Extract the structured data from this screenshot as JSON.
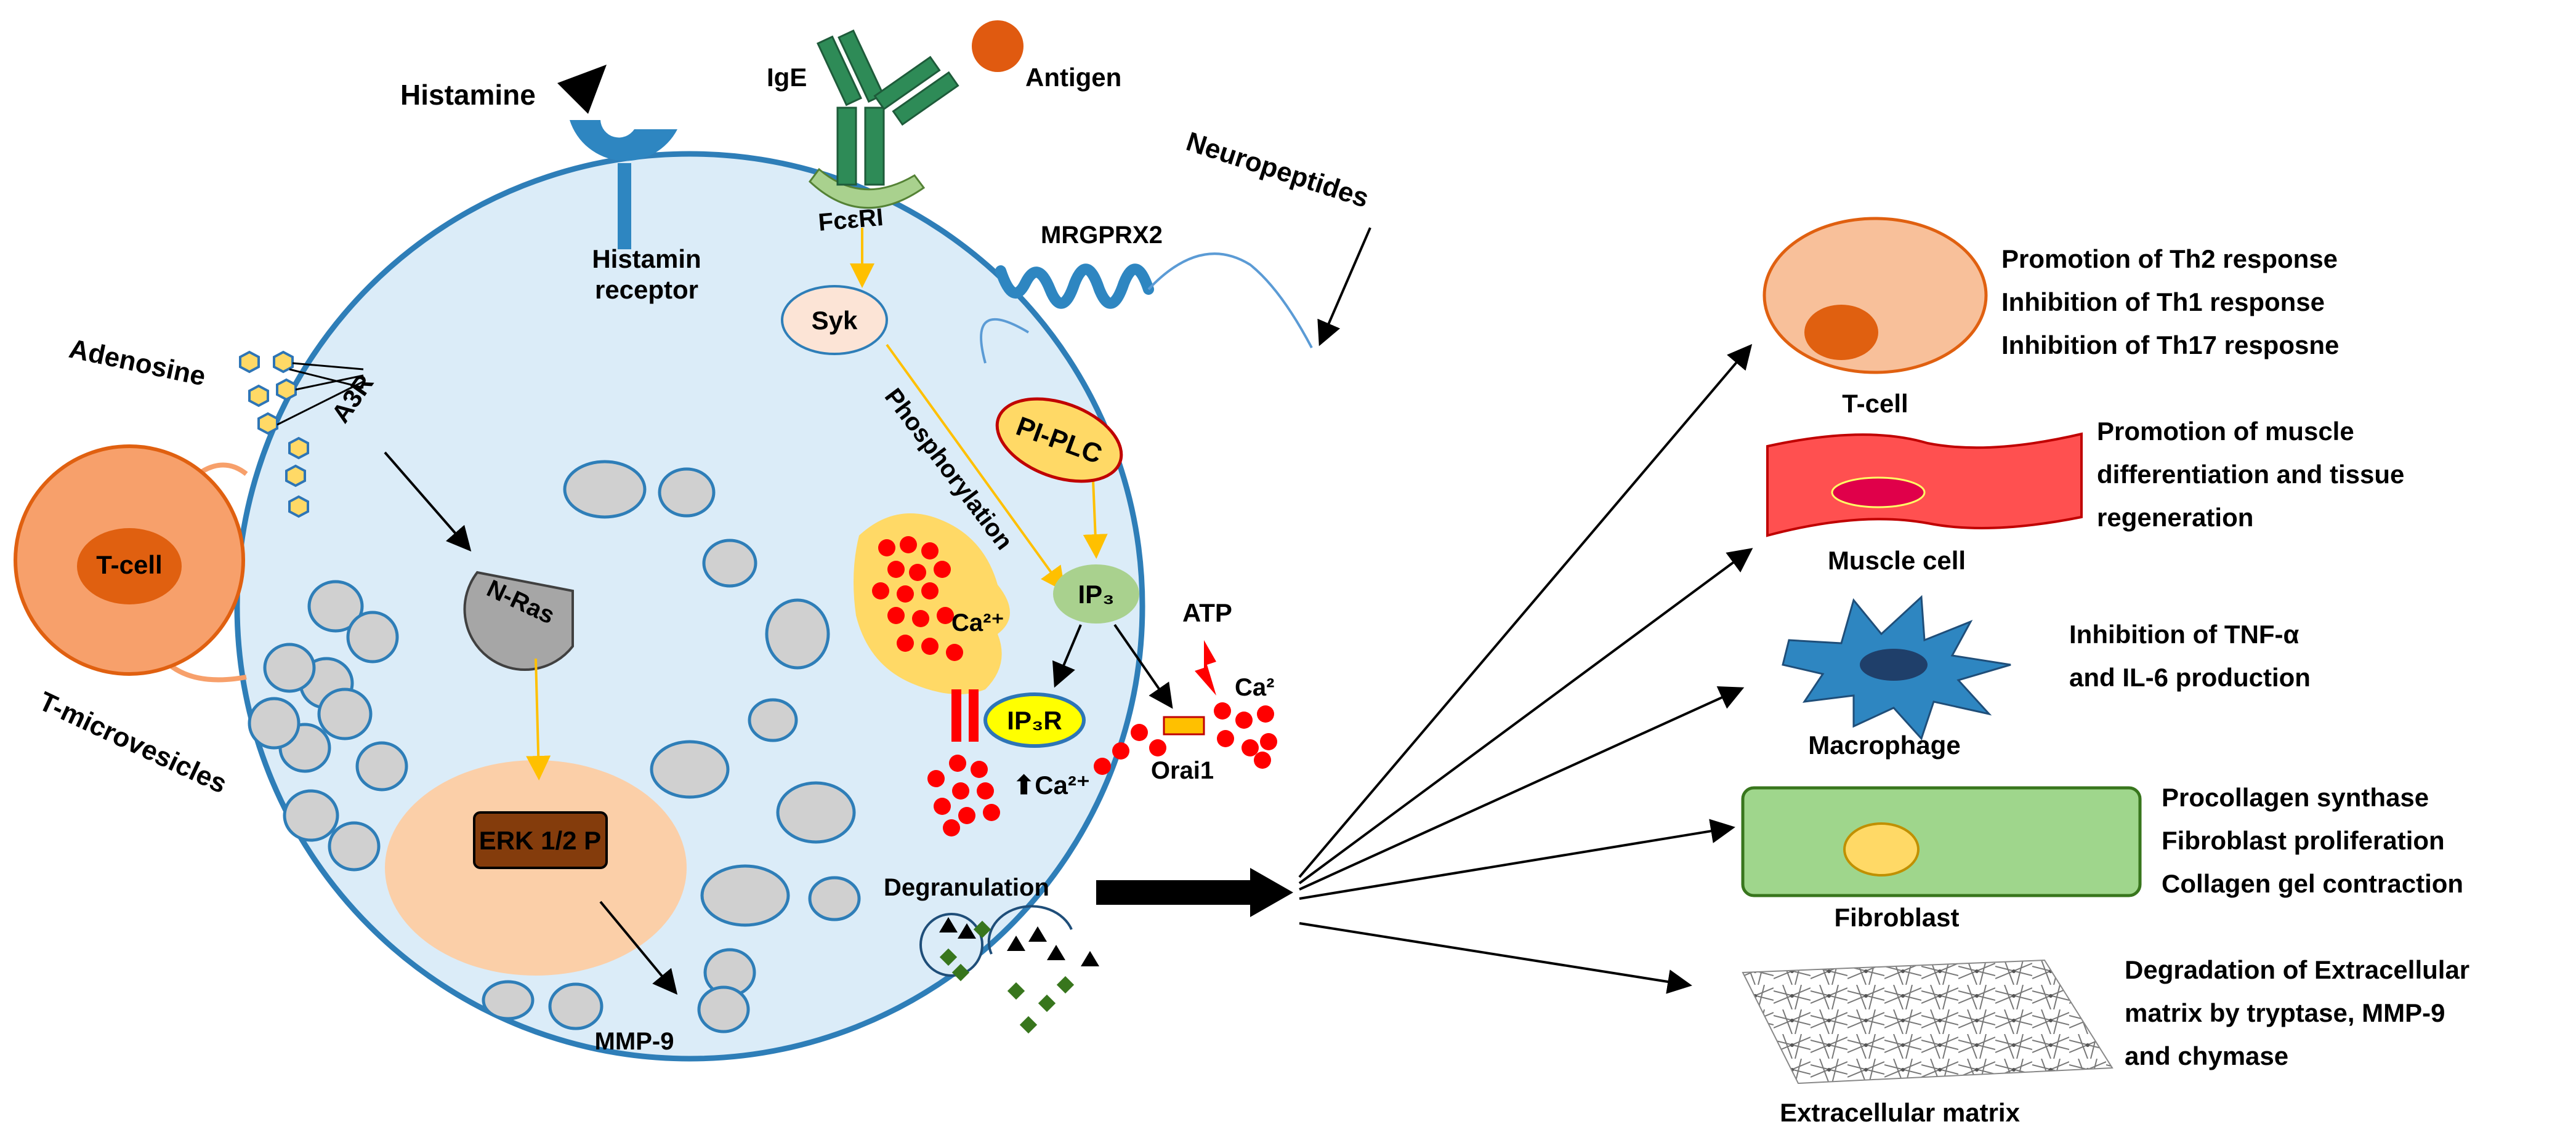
{
  "labels": {
    "histamine": "Histamine",
    "histamin_receptor_line1": "Histamin",
    "histamin_receptor_line2": "receptor",
    "ige": "IgE",
    "antigen": "Antigen",
    "fceri": "FcεRI",
    "neuropeptides": "Neuropeptides",
    "mrgprx2": "MRGPRX2",
    "syk": "Syk",
    "phosphorylation": "Phosphorylation",
    "pi_plc": "PI-PLC",
    "adenosine": "Adenosine",
    "a3r": "A3R",
    "t_cell_small": "T-cell",
    "t_microvesicles": "T-microvesicles",
    "n_ras": "N-Ras",
    "erk": "ERK 1/2 P",
    "mmp9": "MMP-9",
    "ca_store": "Ca²⁺",
    "ip3": "IP₃",
    "ip3r": "IP₃R",
    "atp": "ATP",
    "ca2_out": "Ca²",
    "ca_influx": "⬆Ca²⁺",
    "orai1": "Orai1",
    "degranulation": "Degranulation"
  },
  "targets": [
    {
      "name": "T-cell",
      "effects": [
        "Promotion of Th2 response",
        "Inhibition of Th1 response",
        "Inhibition of Th17 resposne"
      ]
    },
    {
      "name": "Muscle cell",
      "effects": [
        "Promotion of muscle",
        "differentiation and tissue",
        "regeneration"
      ]
    },
    {
      "name": "Macrophage",
      "effects": [
        "Inhibition of TNF-α",
        "and IL-6 production"
      ]
    },
    {
      "name": "Fibroblast",
      "effects": [
        "Procollagen synthase",
        "Fibroblast proliferation",
        "Collagen gel contraction"
      ]
    },
    {
      "name": "Extracellular matrix",
      "effects": [
        "Degradation of Extracellular",
        "matrix by tryptase, MMP-9",
        "and chymase"
      ]
    }
  ],
  "colors": {
    "cell_fill": "#dbecf8",
    "cell_stroke": "#2e7eb8",
    "t_cell": "#f7a06b",
    "t_cell_nucleus": "#e06010",
    "erk_halo": "#fbcfa8",
    "erk_box": "#843c0c",
    "receptor_blue": "#2e86c1",
    "ige_green": "#2e8b57",
    "antigen_orange": "#e05a10",
    "calcium_red": "#ff0000",
    "er_yellow": "#ffd966",
    "ip3_green": "#a9d18e",
    "muscle_red": "#ff5050",
    "macrophage_blue": "#2e86c1",
    "fibroblast_green": "#9fd68c",
    "arrow_orange": "#ffc000"
  }
}
